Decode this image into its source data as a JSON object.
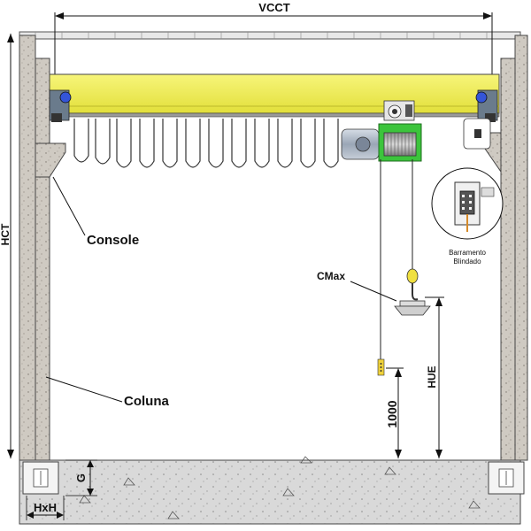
{
  "labels": {
    "vcct": "VCCT",
    "hct": "HCT",
    "console": "Console",
    "coluna": "Coluna",
    "cmax": "CMax",
    "hue": "HUE",
    "height_1000": "1000",
    "g": "G",
    "hxh": "HxH",
    "barramento_line1": "Barramento",
    "barramento_line2": "Blindado"
  },
  "colors": {
    "girder": "#f2f05a",
    "hoist_green": "#3cc43c",
    "motor": "#a8b4c4",
    "concrete": "#d8d8d8",
    "column": "#cfcfcf",
    "hook": "#f0e040",
    "line": "#111111"
  },
  "icons": {
    "end_carriage_left": "wheel-motor-icon",
    "end_carriage_right": "wheel-motor-icon",
    "hook": "hook-icon",
    "pendant": "pendant-control-icon"
  }
}
